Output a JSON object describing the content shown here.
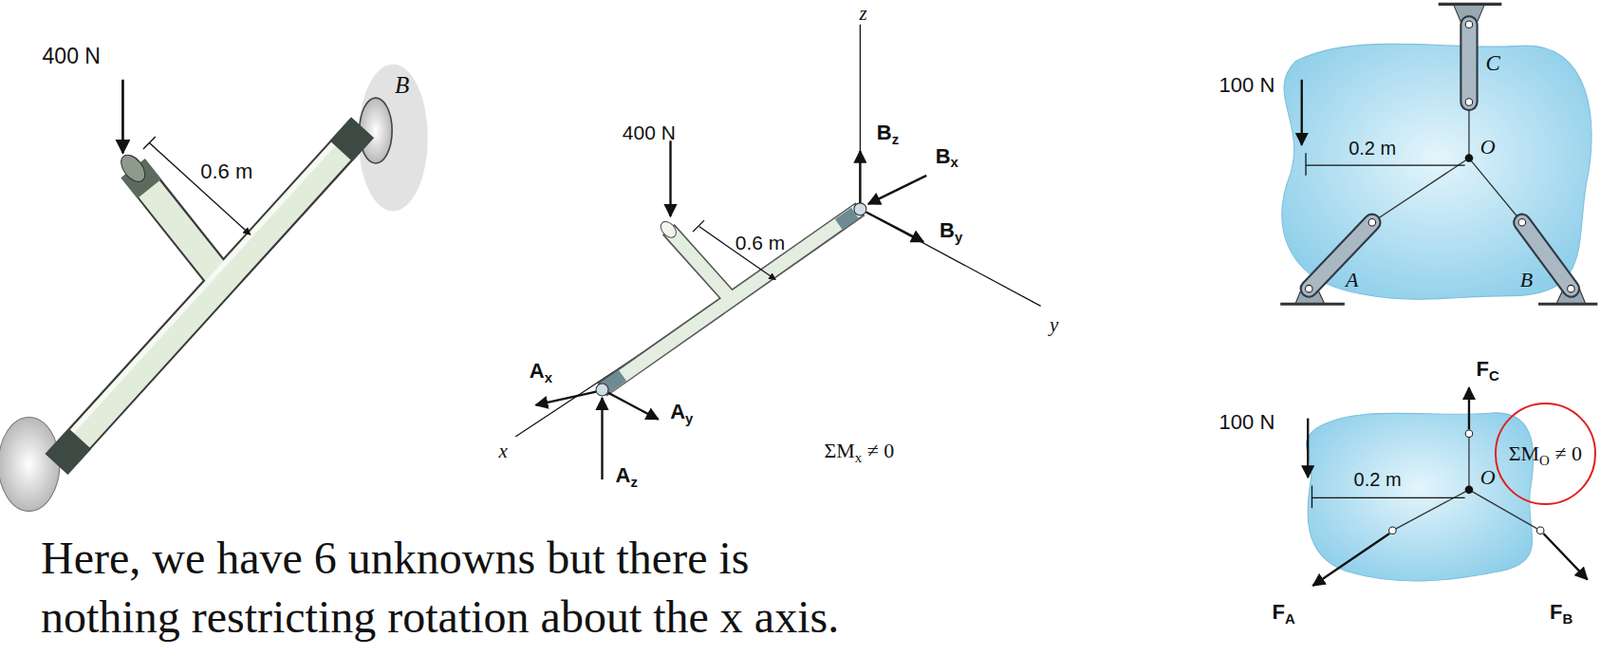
{
  "diagram": {
    "nodes": [
      {
        "text": [
          "ΣMO ≠ 0"
        ]
      }
    ],
    "labels": [
      "400 N",
      "0.6 m",
      "B",
      "z",
      "400 N",
      "Bz",
      "Bx",
      "0.6 m",
      "By",
      "y",
      "Ax",
      "Ay",
      "x",
      "Az",
      "ΣMx ≠ 0",
      "100 N",
      "C",
      "0.2 m",
      "O",
      "A",
      "B",
      "FC",
      "100 N",
      "0.2 m",
      "O",
      "FA",
      "FB",
      "Here, we have 6 unknowns but there is nothing restricting rotation about the x axis."
    ]
  }
}
